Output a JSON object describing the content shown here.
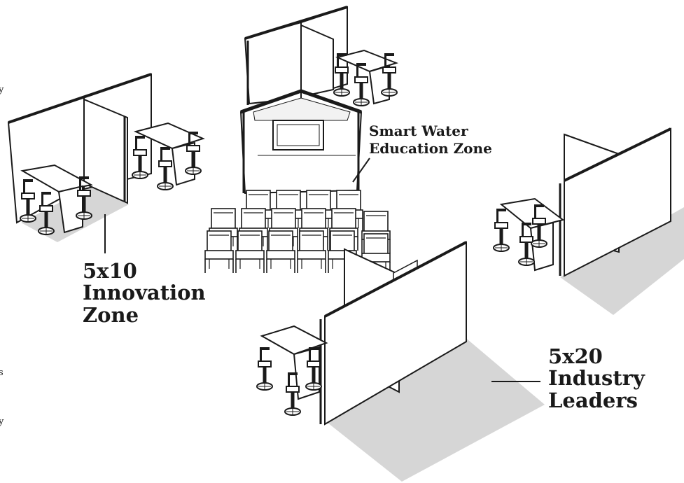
{
  "labels": {
    "innovation": {
      "line1": "5x10",
      "line2": "Innovation",
      "line3": "Zone"
    },
    "smart_water": {
      "line1": "Smart Water",
      "line2": "Education Zone"
    },
    "industry": {
      "line1": "5x20",
      "line2": "Industry",
      "line3": "Leaders"
    }
  },
  "colors": {
    "floor": "#d6d6d6",
    "line": "#1a1a1a",
    "wall": "#ffffff",
    "panel": "#f2f2f2"
  }
}
